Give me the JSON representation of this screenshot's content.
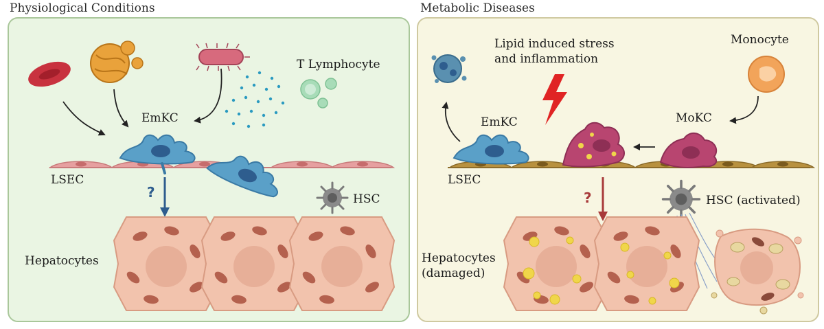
{
  "panels": {
    "left": {
      "title": "Physiological Conditions",
      "labels": {
        "t_lymphocyte": "T Lymphocyte",
        "emkc": "EmKC",
        "lsec": "LSEC",
        "question": "?",
        "hsc": "HSC",
        "hepatocytes": "Hepatocytes"
      }
    },
    "right": {
      "title": "Metabolic Diseases",
      "labels": {
        "stress_line1": "Lipid induced stress",
        "stress_line2": "and inflammation",
        "monocyte": "Monocyte",
        "emkc": "EmKC",
        "mokc": "MoKC",
        "lsec": "LSEC",
        "question": "?",
        "hsc": "HSC (activated)",
        "hepatocytes_line1": "Hepatocytes",
        "hepatocytes_line2": "(damaged)"
      }
    }
  },
  "colors": {
    "left_panel_fill": "#eaf5e3",
    "left_panel_border": "#a9c79a",
    "right_panel_fill": "#f8f6e2",
    "right_panel_border": "#cfc9a0",
    "kupffer_blue": "#5aa0c8",
    "lsec_pink": "#e6a0a0",
    "lsec_tan": "#b8913f",
    "mokc_magenta": "#b84570",
    "hepatocyte": "#f2c3ad",
    "arrow_blue": "#2e5d8e",
    "arrow_red": "#a83a3a",
    "lightning": "#e02424",
    "monocyte": "#f2a45a"
  }
}
